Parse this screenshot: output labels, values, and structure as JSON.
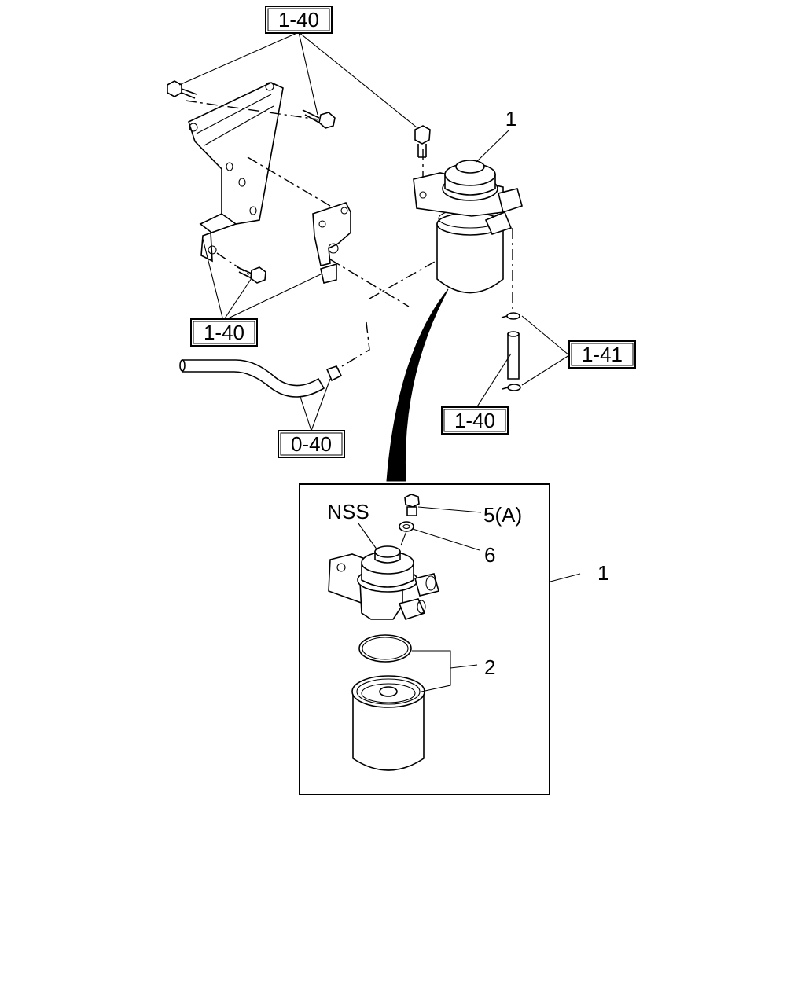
{
  "ref_labels": {
    "top": "1-40",
    "bracket_bottom": "1-40",
    "hose": "0-40",
    "clip": "1-41",
    "tube": "1-40"
  },
  "callouts": {
    "assembly_top": "1",
    "assembly_detail": "1",
    "nss": "NSS",
    "plug": "5(A)",
    "washer": "6",
    "element": "2"
  }
}
